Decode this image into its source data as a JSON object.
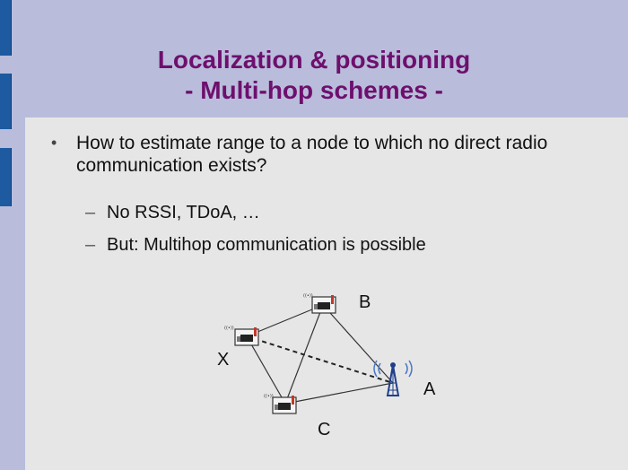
{
  "slide": {
    "title_line1": "Localization & positioning",
    "title_line2": "- Multi-hop schemes -",
    "bullet_main": "How to estimate range to a node to which no direct radio communication exists?",
    "sub_bullets": [
      "No RSSI, TDoA, …",
      "But: Multihop communication is possible"
    ]
  },
  "diagram": {
    "nodes": {
      "B": "B",
      "X": "X",
      "A": "A",
      "C": "C"
    }
  },
  "colors": {
    "background": "#b9bddb",
    "panel": "#e6e6e6",
    "title": "#6e0f6e",
    "accent_tab": "#1e5aa0"
  }
}
